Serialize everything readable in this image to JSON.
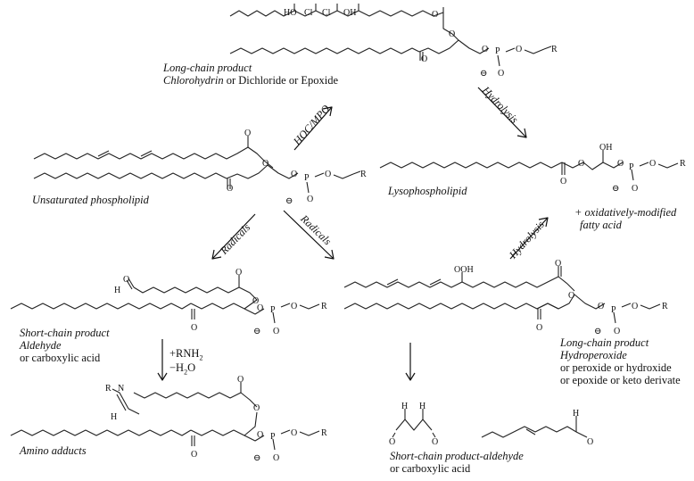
{
  "labels": {
    "long_chain_product_1": "Long-chain product",
    "chlorohydrin": "Chlorohydrin",
    "chlorohydrin_rest": " or Dichloride or Epoxide",
    "unsaturated": "Unsaturated phospholipid",
    "lyso": "Lysophospholipid",
    "oxidative_1": "+ oxidatively-modified",
    "oxidative_2": "fatty acid",
    "short_chain_product": "Short-chain product",
    "aldehyde": "Aldehyde",
    "or_carboxylic": "or carboxylic acid",
    "long_chain_product_2": "Long-chain product",
    "hydroperoxide": "Hydroperoxide",
    "or_peroxide": "or peroxide or hydroxide",
    "or_epoxide": "or epoxide or keto derivate",
    "amino_adducts": "Amino adducts",
    "short_chain_aldehyde": "Short-chain product-aldehyde",
    "or_carboxylic_2": "or carboxylic acid",
    "rnh2": "+RNH",
    "rnh2_sub": "2",
    "h2o": "−H",
    "h2o_sub": "2",
    "h2o_tail": "O"
  },
  "arrows": {
    "hoc_mpo": "HOC/MPO",
    "hydrolysis_1": "Hydrolysis",
    "radicals_1": "Radicals",
    "radicals_2": "Radicals",
    "hydrolysis_2": "Hydrolysis"
  },
  "atoms": {
    "HO": "HO",
    "Cl": "Cl",
    "OH": "OH",
    "O": "O",
    "P": "P",
    "R": "R",
    "H": "H",
    "N": "N",
    "OOH": "OOH",
    "minus": "⊖"
  }
}
